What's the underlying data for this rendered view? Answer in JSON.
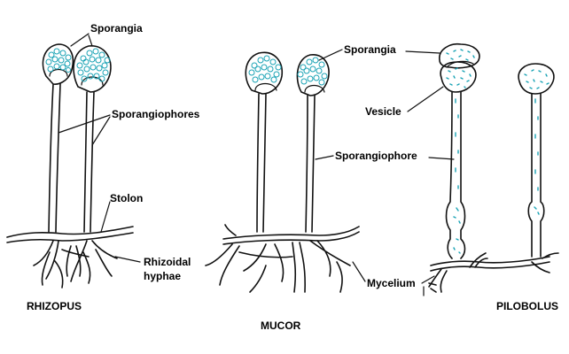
{
  "labels": {
    "sporangia_left": "Sporangia",
    "sporangiophores": "Sporangiophores",
    "stolon": "Stolon",
    "rhizoidal_line1": "Rhizoidal",
    "rhizoidal_line2": "hyphae",
    "sporangia_right": "Sporangia",
    "vesicle": "Vesicle",
    "sporangiophore": "Sporangiophore",
    "mycelium": "Mycelium",
    "rhizopus": "RHIZOPUS",
    "mucor": "MUCOR",
    "pilobolus": "PILOBOLUS"
  },
  "colors": {
    "ink": "#111111",
    "spore": "#1aa3b5"
  }
}
